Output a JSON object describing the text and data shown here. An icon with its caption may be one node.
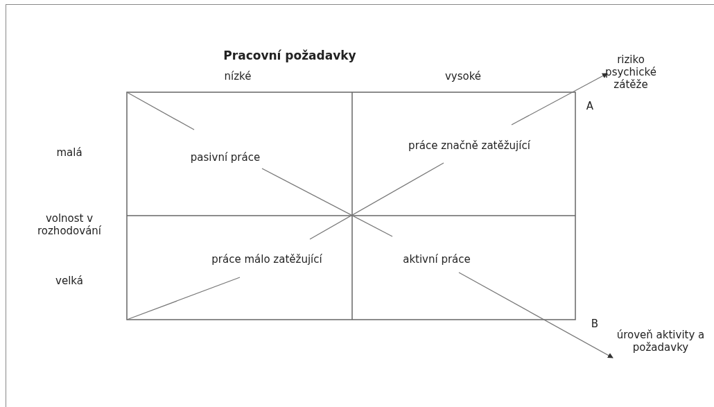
{
  "diagram": {
    "labels": [
      "Pracovní požadavky",
      "nízké",
      "vysoké",
      "riziko psychické zátěže",
      "A",
      "práce značně zatěžující",
      "malá",
      "pasivní práce",
      "volnost v rozhodování",
      "práce málo zatěžující",
      "aktivní práce",
      "velká",
      "B",
      "úroveň aktivity a požadavky"
    ]
  }
}
